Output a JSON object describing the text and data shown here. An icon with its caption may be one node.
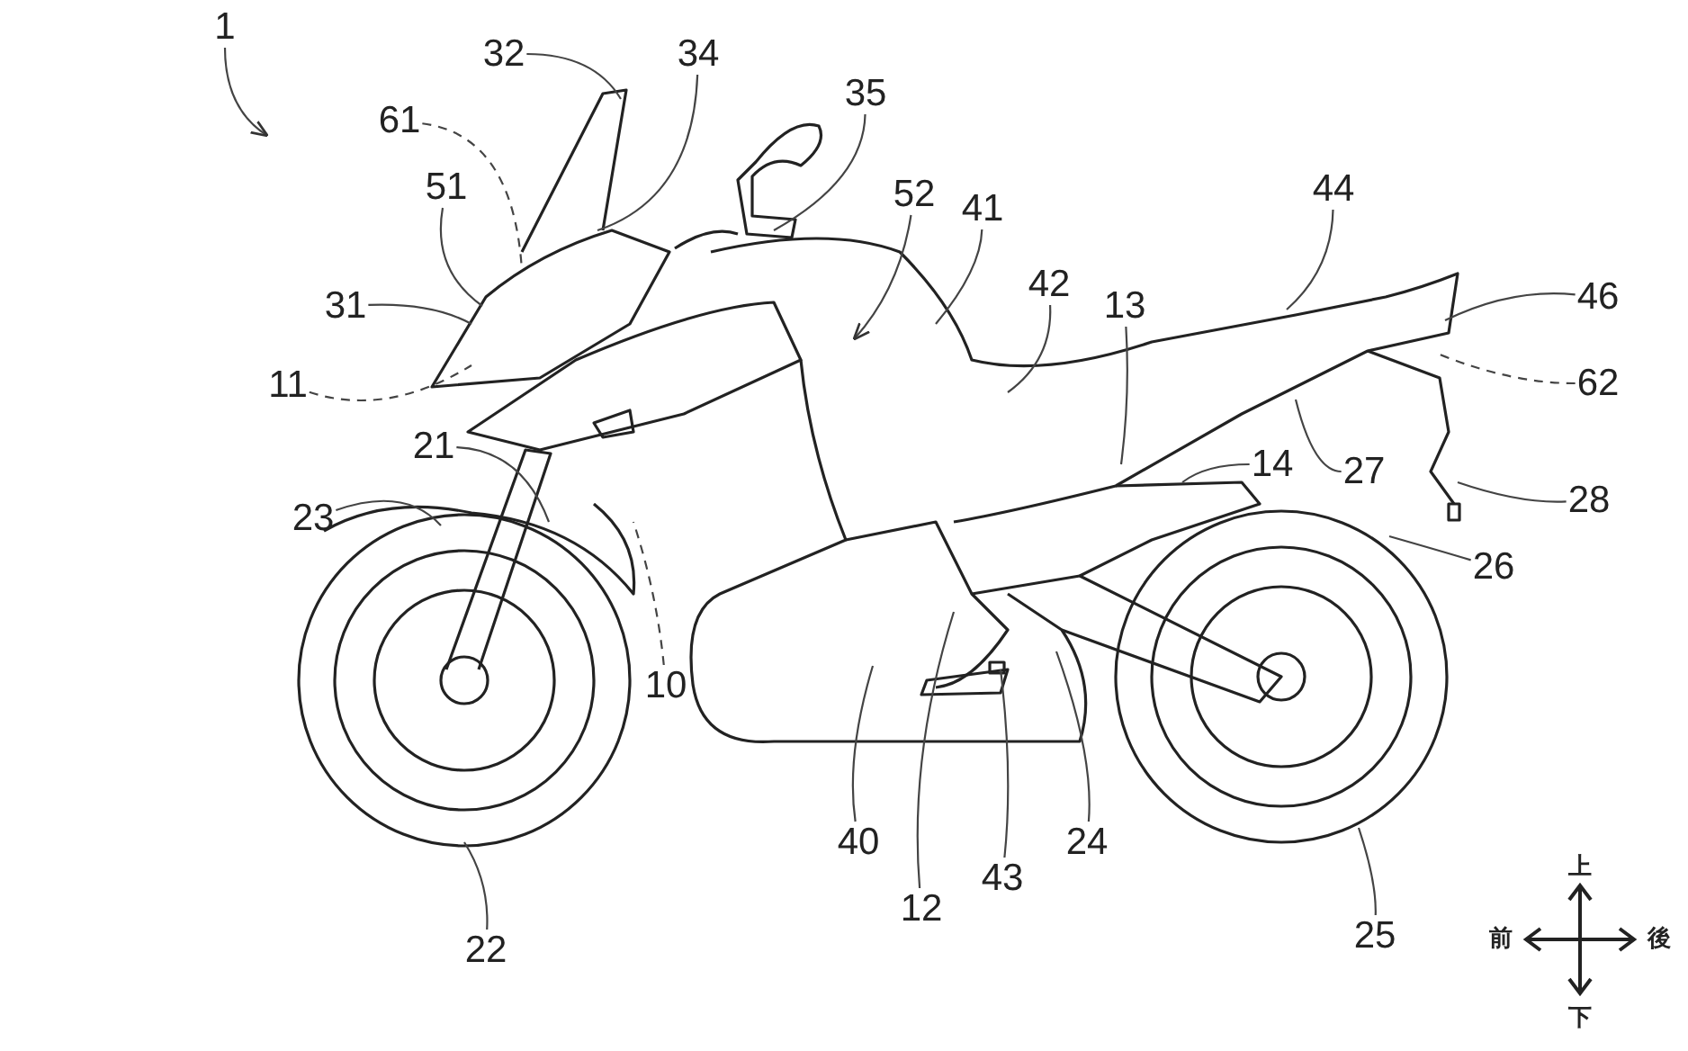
{
  "diagram": {
    "nodes": [
      {
        "text": [
          "1"
        ]
      },
      {
        "text": [
          "32"
        ]
      },
      {
        "text": [
          "34"
        ]
      },
      {
        "text": [
          "61"
        ]
      },
      {
        "text": [
          "35"
        ]
      },
      {
        "text": [
          "51"
        ]
      },
      {
        "text": [
          "52"
        ]
      },
      {
        "text": [
          "41"
        ]
      },
      {
        "text": [
          "44"
        ]
      },
      {
        "text": [
          "31"
        ]
      },
      {
        "text": [
          "42"
        ]
      },
      {
        "text": [
          "13"
        ]
      },
      {
        "text": [
          "46"
        ]
      },
      {
        "text": [
          "11"
        ]
      },
      {
        "text": [
          "62"
        ]
      },
      {
        "text": [
          "21"
        ]
      },
      {
        "text": [
          "14"
        ]
      },
      {
        "text": [
          "27"
        ]
      },
      {
        "text": [
          "23"
        ]
      },
      {
        "text": [
          "28"
        ]
      },
      {
        "text": [
          "26"
        ]
      },
      {
        "text": [
          "10"
        ]
      },
      {
        "text": [
          "40"
        ]
      },
      {
        "text": [
          "12"
        ]
      },
      {
        "text": [
          "43"
        ]
      },
      {
        "text": [
          "24"
        ]
      },
      {
        "text": [
          "22"
        ]
      },
      {
        "text": [
          "25"
        ]
      }
    ],
    "edges": [
      {
        "from": 0,
        "to": null,
        "arrow": "to"
      },
      {
        "from": 1,
        "to": null,
        "arrow": "none"
      },
      {
        "from": 2,
        "to": null,
        "arrow": "none"
      },
      {
        "from": 3,
        "to": null,
        "arrow": "none",
        "style": "dashed"
      },
      {
        "from": 4,
        "to": null,
        "arrow": "none"
      },
      {
        "from": 5,
        "to": null,
        "arrow": "none"
      },
      {
        "from": 6,
        "to": null,
        "arrow": "to"
      },
      {
        "from": 7,
        "to": null,
        "arrow": "none"
      },
      {
        "from": 8,
        "to": null,
        "arrow": "none"
      },
      {
        "from": 9,
        "to": null,
        "arrow": "none"
      },
      {
        "from": 10,
        "to": null,
        "arrow": "none"
      },
      {
        "from": 11,
        "to": null,
        "arrow": "none"
      },
      {
        "from": 12,
        "to": null,
        "arrow": "none"
      },
      {
        "from": 13,
        "to": null,
        "arrow": "none",
        "style": "dashed"
      },
      {
        "from": 14,
        "to": null,
        "arrow": "none",
        "style": "dashed"
      },
      {
        "from": 15,
        "to": null,
        "arrow": "none"
      },
      {
        "from": 16,
        "to": null,
        "arrow": "none"
      },
      {
        "from": 17,
        "to": null,
        "arrow": "none"
      },
      {
        "from": 18,
        "to": null,
        "arrow": "none"
      },
      {
        "from": 19,
        "to": null,
        "arrow": "none"
      },
      {
        "from": 20,
        "to": null,
        "arrow": "none"
      },
      {
        "from": 21,
        "to": null,
        "arrow": "none",
        "style": "dashed"
      },
      {
        "from": 22,
        "to": null,
        "arrow": "none"
      },
      {
        "from": 23,
        "to": null,
        "arrow": "none"
      },
      {
        "from": 24,
        "to": null,
        "arrow": "none"
      },
      {
        "from": 25,
        "to": null,
        "arrow": "none"
      },
      {
        "from": 26,
        "to": null,
        "arrow": "none"
      },
      {
        "from": 27,
        "to": null,
        "arrow": "none"
      }
    ],
    "labels": [
      "上",
      "前",
      "後",
      "下"
    ]
  }
}
